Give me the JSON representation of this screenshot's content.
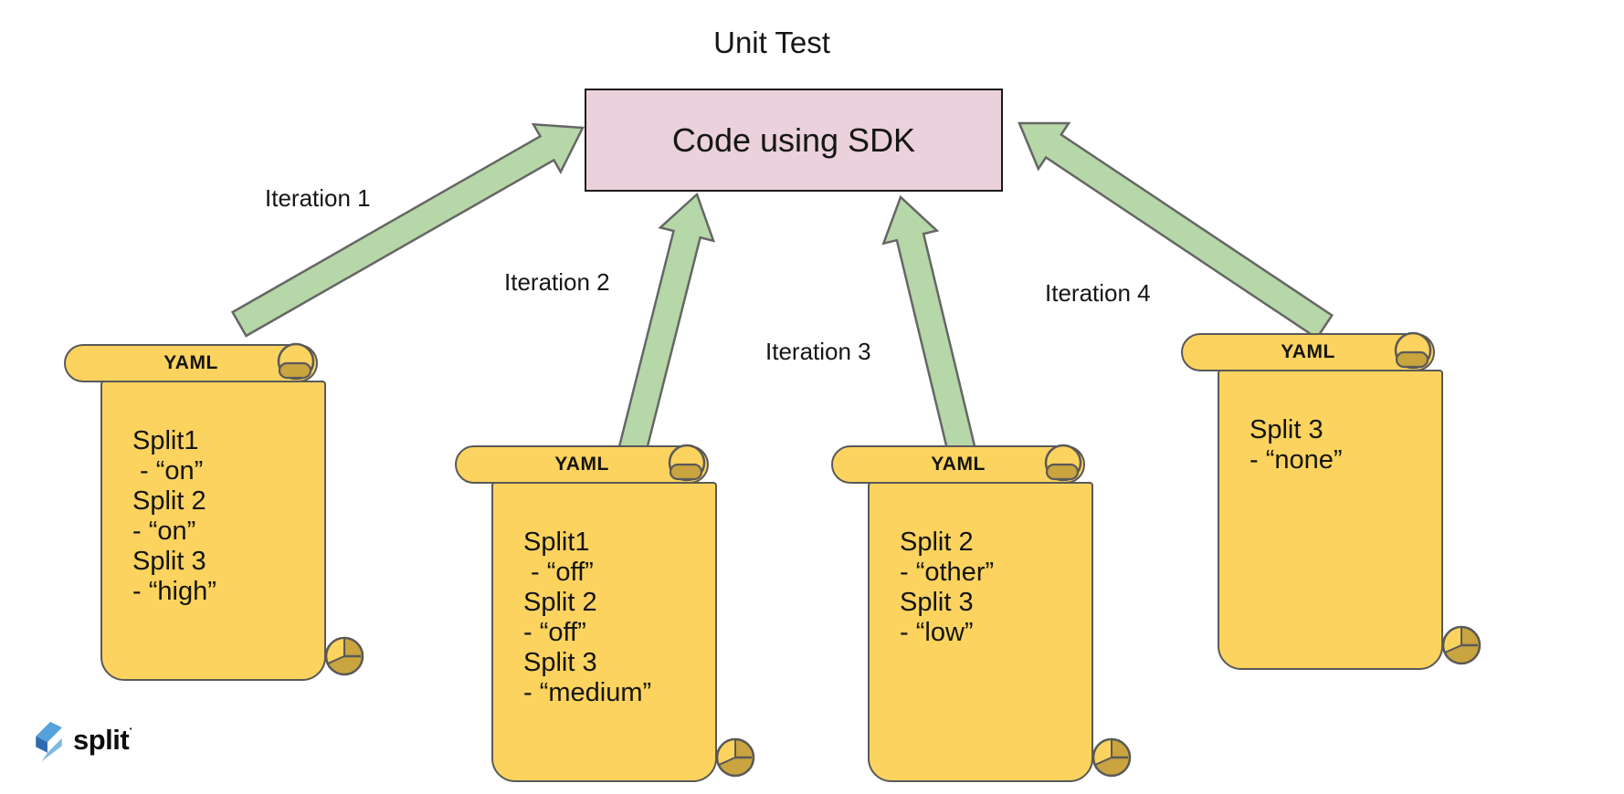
{
  "title": "Unit Test",
  "sdk_box": {
    "label": "Code using SDK"
  },
  "iterations": [
    {
      "label": "Iteration 1"
    },
    {
      "label": "Iteration 2"
    },
    {
      "label": "Iteration 3"
    },
    {
      "label": "Iteration 4"
    }
  ],
  "scrolls": [
    {
      "header": "YAML",
      "lines": [
        "Split1",
        " - “on”",
        "Split 2",
        "- “on”",
        "Split 3",
        "- “high”"
      ]
    },
    {
      "header": "YAML",
      "lines": [
        "Split1",
        " - “off”",
        "Split 2",
        "- “off”",
        "Split 3",
        "- “medium”"
      ]
    },
    {
      "header": "YAML",
      "lines": [
        "Split 2",
        "- “other”",
        "Split 3",
        "- “low”"
      ]
    },
    {
      "header": "YAML",
      "lines": [
        "Split 3",
        "- “none”"
      ]
    }
  ],
  "logo": {
    "text": "split",
    "mark": "·"
  },
  "colors": {
    "scroll_fill": "#FBD35E",
    "scroll_curl": "#C9A43F",
    "scroll_border": "#595959",
    "arrow_fill": "#B6D7A8",
    "arrow_border": "#666666",
    "sdk_box_fill": "#EAD1DC",
    "logo_blue_light": "#54A1DB",
    "logo_blue_dark": "#2E6CB0"
  }
}
